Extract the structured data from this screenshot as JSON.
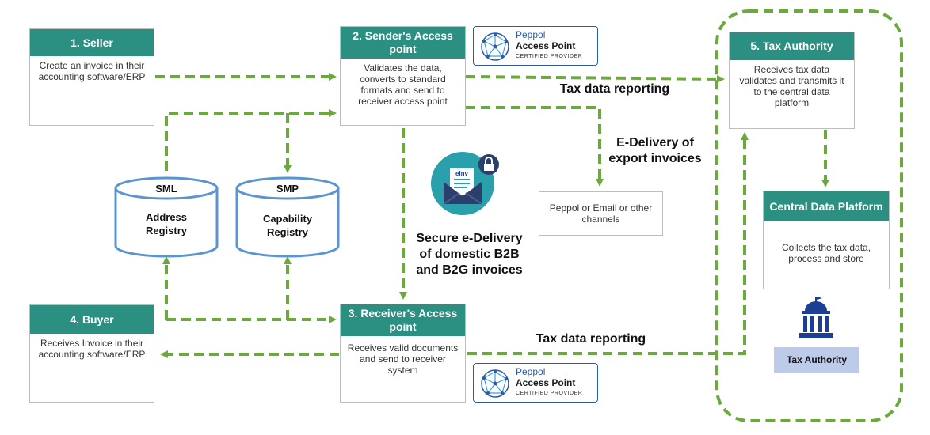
{
  "seller": {
    "title": "1. Seller",
    "body": "Create an invoice in their accounting software/ERP"
  },
  "sender_ap": {
    "title": "2. Sender's Access point",
    "body": "Validates the data, converts to standard formats and send to receiver access point"
  },
  "receiver_ap": {
    "title": "3. Receiver's Access point",
    "body": "Receives valid documents and send to receiver system"
  },
  "buyer": {
    "title": "4. Buyer",
    "body": "Receives Invoice in their accounting software/ERP"
  },
  "tax_authority": {
    "title": "5. Tax Authority",
    "body": "Receives tax data validates and transmits it to the central data platform"
  },
  "central_platform": {
    "title": "Central Data Platform",
    "body": "Collects the tax data, process and store"
  },
  "sml": {
    "title": "SML",
    "body": "Address Registry"
  },
  "smp": {
    "title": "SMP",
    "body": "Capability Registry"
  },
  "peppol_badge": {
    "brand": "Peppol",
    "product": "Access Point",
    "tagline": "CERTIFIED PROVIDER"
  },
  "channels": {
    "text": "Peppol or Email or other channels"
  },
  "einv_label": "eInv",
  "labels": {
    "tax_reporting_top": "Tax data reporting",
    "tax_reporting_bottom": "Tax data reporting",
    "export": "E-Delivery of\nexport invoices",
    "domestic": "Secure e-Delivery\nof domestic B2B\nand B2G invoices"
  },
  "tax_authority_badge": "Tax Authority",
  "colors": {
    "header_teal": "#2b8f82",
    "arrow_green": "#6aaa3a",
    "db_blue": "#5b95d0",
    "peppol_blue": "#2b5aa8",
    "badge_bg": "#bccbe9",
    "building_blue": "#1c3f94"
  },
  "icons": {
    "einvoice": "envelope-lock-icon",
    "tax_building": "government-building-icon",
    "peppol": "peppol-globe-icon"
  }
}
